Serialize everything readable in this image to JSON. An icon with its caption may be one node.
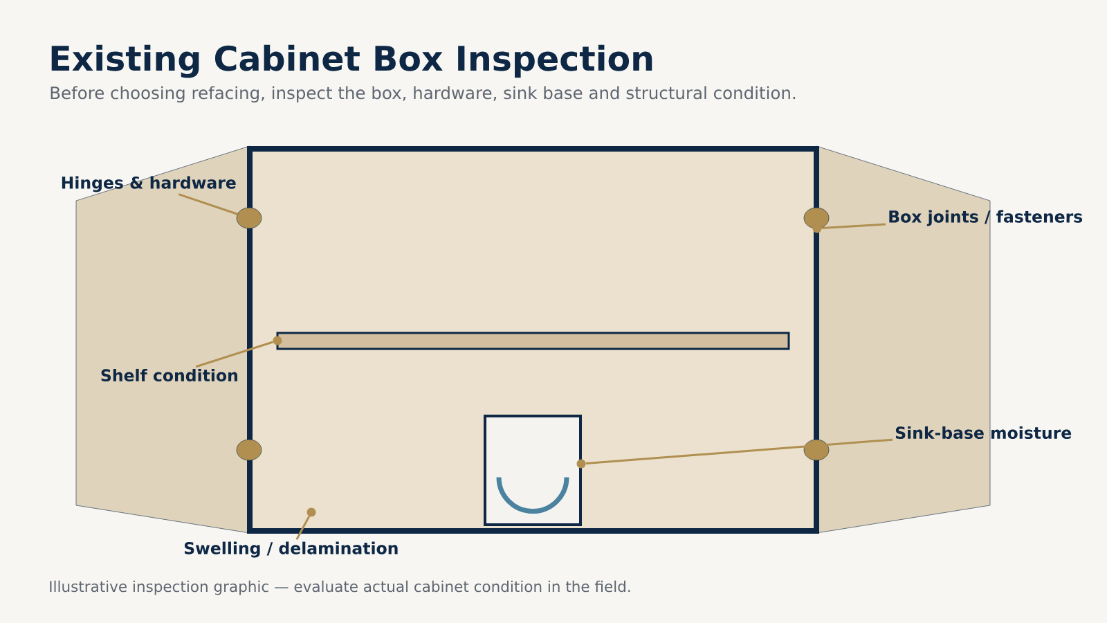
{
  "diagram": {
    "title": "Existing Cabinet Box Inspection",
    "caption": "Illustrative inspection graphic — evaluate actual cabinet condition in the field.",
    "labels": [
      "Before choosing refacing, inspect the box, hardware, sink base and structural condition."
    ],
    "nodes": [
      {
        "text": [
          "Hinges & hardware"
        ]
      },
      {
        "text": [],
        "shape": "circle"
      },
      {
        "text": [
          "Box joints / fasteners"
        ]
      },
      {
        "text": [],
        "shape": "circle"
      },
      {
        "text": [
          "Shelf condition"
        ]
      },
      {
        "text": [],
        "shape": "bar"
      },
      {
        "text": [
          "Sink-base moisture"
        ]
      },
      {
        "text": [],
        "shape": "box"
      },
      {
        "text": [
          "Swelling / delamination"
        ]
      },
      {
        "text": [],
        "shape": "circle"
      },
      {
        "text": [],
        "shape": "circle"
      },
      {
        "text": [],
        "shape": "circle"
      },
      {
        "text": [],
        "shape": "circle"
      },
      {
        "text": [],
        "shape": "circle"
      },
      {
        "text": [],
        "shape": "circle"
      }
    ],
    "edges": [
      {
        "from": 0,
        "to": 1,
        "arrow": "none"
      },
      {
        "from": 2,
        "to": 11,
        "arrow": "none"
      },
      {
        "from": 4,
        "to": 12,
        "arrow": "none"
      },
      {
        "from": 6,
        "to": 13,
        "arrow": "none"
      },
      {
        "from": 8,
        "to": 14,
        "arrow": "none"
      }
    ]
  }
}
